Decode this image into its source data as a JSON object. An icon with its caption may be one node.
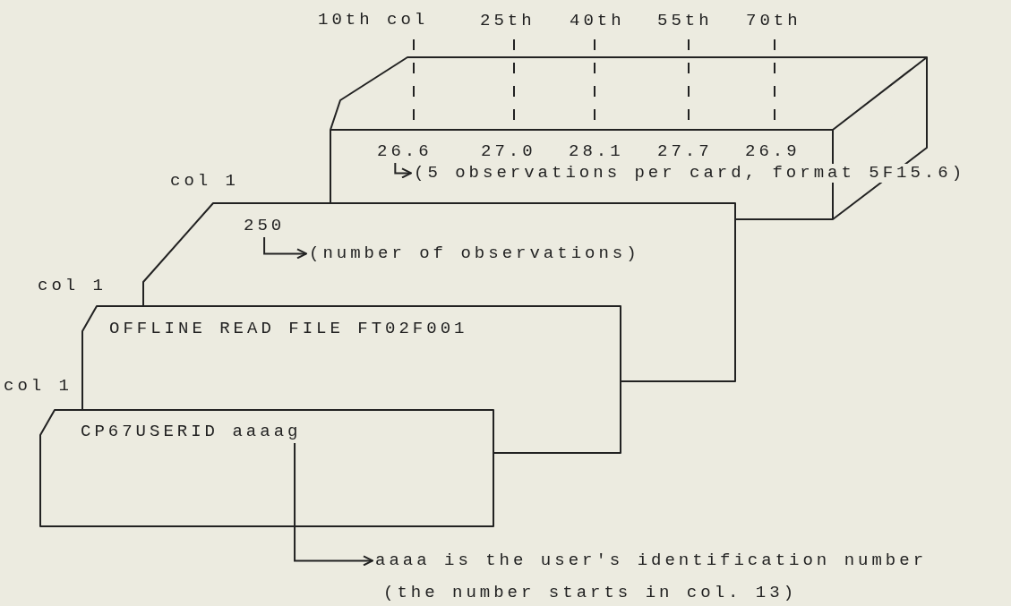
{
  "diagram": {
    "nodes": [
      {
        "text": [
          "26.6",
          "27.0",
          "28.1",
          "27.7",
          "26.9"
        ]
      },
      {
        "text": [
          "(5 observations per card, format 5F15.6)"
        ]
      },
      {
        "text": [
          "250"
        ]
      },
      {
        "text": [
          "(number of observations)"
        ],
        "in": 2
      },
      {
        "text": [
          "OFFLINE READ FILE FT02F001"
        ]
      },
      {
        "text": [
          "CP67USERID aaaag"
        ]
      },
      {
        "text": [
          "aaaa is the user's identification number",
          "(the number starts in col. 13)"
        ]
      }
    ],
    "edges": [
      {
        "from": 0,
        "to": 1,
        "arrow": "to"
      },
      {
        "from": 2,
        "to": 3,
        "arrow": "to"
      },
      {
        "from": 5,
        "to": 6,
        "arrow": "to"
      }
    ],
    "labels": [
      "10th col",
      "25th",
      "40th",
      "55th",
      "70th",
      "col 1",
      "col 1",
      "col 1"
    ]
  }
}
